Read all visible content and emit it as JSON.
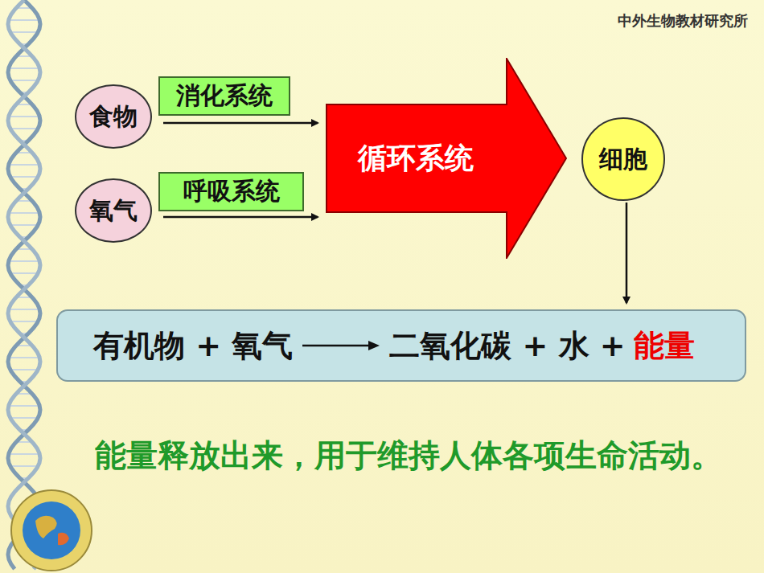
{
  "diagram": {
    "caption": "能量释放出来，用于维持人体各项生命活动。",
    "nodes": [
      {
        "text": [
          "食物"
        ]
      },
      {
        "text": [
          "消化系统"
        ]
      },
      {
        "text": [
          "氧气"
        ]
      },
      {
        "text": [
          "呼吸系统"
        ]
      },
      {
        "text": [
          "循环系统"
        ]
      },
      {
        "text": [
          "细胞"
        ]
      },
      {
        "text": [
          "有机物 + 氧气",
          "二氧化碳 + 水 +",
          "能量"
        ]
      }
    ],
    "edges": [
      {
        "from": 0,
        "to": 4,
        "arrow": "to"
      },
      {
        "from": 2,
        "to": 4,
        "arrow": "to"
      },
      {
        "from": 5,
        "to": 6,
        "arrow": "to"
      }
    ],
    "labels": [
      "中外生物教材研究所"
    ]
  }
}
